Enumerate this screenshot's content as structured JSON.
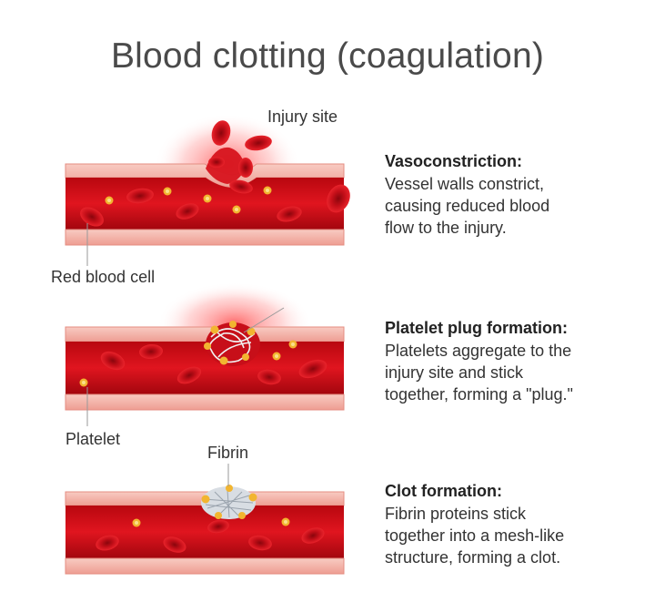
{
  "title": "Blood clotting (coagulation)",
  "labels": {
    "injury_site": "Injury site",
    "red_blood_cell": "Red blood cell",
    "platelet": "Platelet",
    "fibrin": "Fibrin"
  },
  "steps": [
    {
      "title": "Vasoconstriction:",
      "lines": [
        "Vessel walls constrict,",
        "causing reduced blood",
        "flow to the injury."
      ]
    },
    {
      "title": "Platelet plug formation:",
      "lines": [
        "Platelets aggregate to the",
        "injury site and stick",
        "together, forming a \"plug.\""
      ]
    },
    {
      "title": "Clot formation:",
      "lines": [
        "Fibrin proteins stick",
        "together into a mesh-like",
        "structure, forming a clot."
      ]
    }
  ],
  "colors": {
    "vessel_wall": "#f4b7ad",
    "vessel_wall_edge": "#e48d82",
    "blood": "#d3101c",
    "blood_dark": "#9e0712",
    "red_cell": "#c4101b",
    "platelet": "#f2b530",
    "fibrin": "#d8dde3",
    "injury_glow": "#ff6b6b"
  }
}
